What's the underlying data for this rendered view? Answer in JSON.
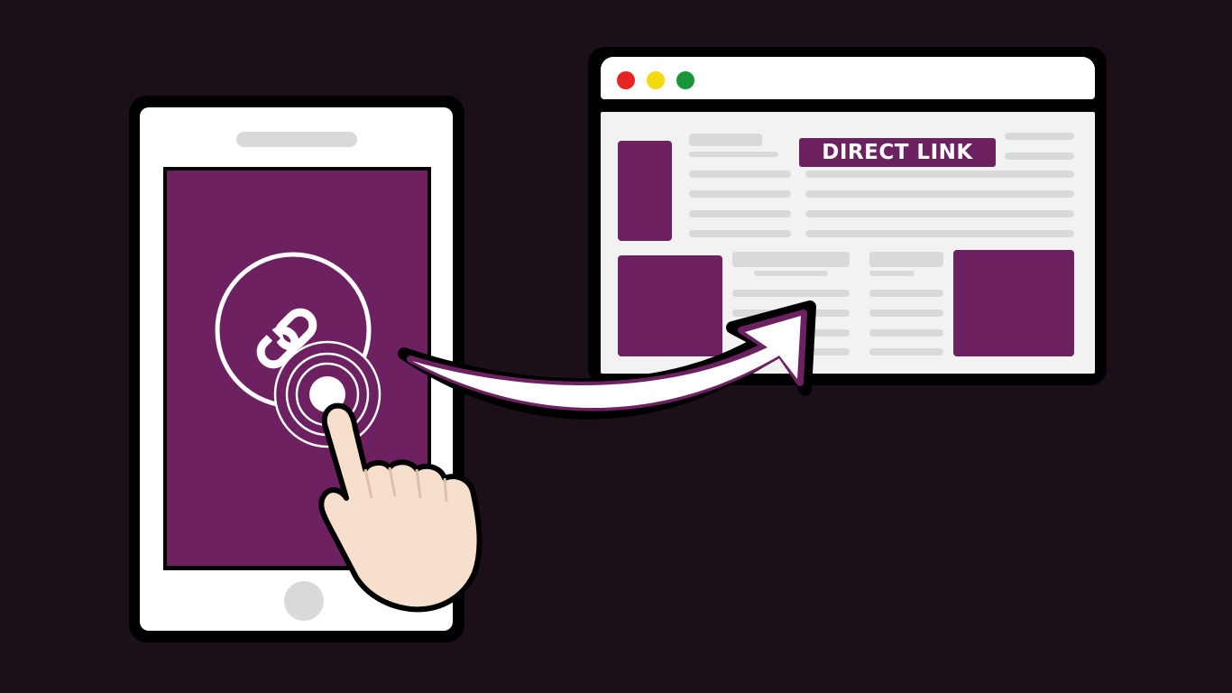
{
  "browser": {
    "window_controls": [
      "close-dot",
      "minimize-dot",
      "maximize-dot"
    ],
    "button_label": "DIRECT LINK"
  },
  "colors": {
    "background": "#1b1019",
    "brand_purple": "#6e2161",
    "placeholder_gray": "#d9d9d9",
    "close_red": "#e52322",
    "minimize_yellow": "#f2da0e",
    "maximize_green": "#1a9639",
    "skin": "#f6dfcd"
  },
  "icons": [
    "chain-link-icon",
    "tap-ripple-icon",
    "pointing-hand-icon",
    "curved-arrow-icon"
  ]
}
